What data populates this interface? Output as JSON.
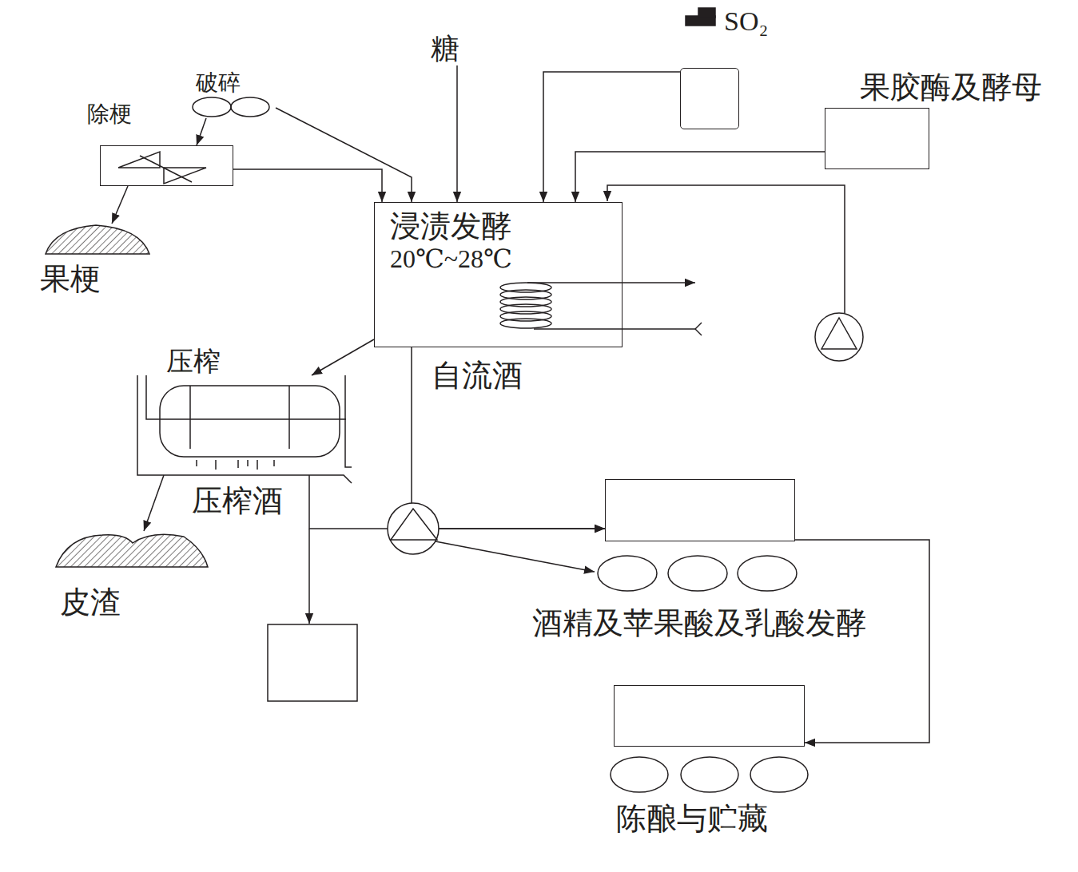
{
  "diagram": {
    "nodes": [
      {
        "text": [
          "破碎"
        ]
      },
      {
        "text": [
          "除梗"
        ]
      },
      {
        "text": [
          "果梗"
        ]
      },
      {
        "text": [
          "糖"
        ]
      },
      {
        "text": [
          "SO₂"
        ]
      },
      {
        "text": [
          "果胶酶及酵母"
        ]
      },
      {
        "text": [
          "浸渍发酵",
          "20℃~28℃"
        ]
      },
      {
        "text": [
          "压榨",
          "压榨酒"
        ]
      },
      {
        "text": [
          "皮渣"
        ]
      },
      {
        "text": [
          "酒精及苹果酸及乳酸发酵"
        ]
      },
      {
        "text": [
          "陈酿与贮藏"
        ]
      }
    ],
    "edges": [
      {
        "from": 0,
        "to": 1,
        "arrow": "to"
      },
      {
        "from": 0,
        "to": 6,
        "arrow": "to"
      },
      {
        "from": 1,
        "to": 6,
        "arrow": "to"
      },
      {
        "from": 1,
        "to": 2,
        "arrow": "to"
      },
      {
        "from": 3,
        "to": 6,
        "arrow": "to"
      },
      {
        "from": 4,
        "to": 6,
        "arrow": "to"
      },
      {
        "from": 5,
        "to": 6,
        "arrow": "to"
      },
      {
        "from": 6,
        "to": 7,
        "arrow": "to"
      },
      {
        "from": 7,
        "to": 8,
        "arrow": "to"
      },
      {
        "from": 6,
        "to": 9,
        "label": "自流酒",
        "arrow": "to"
      },
      {
        "from": 7,
        "to": 9,
        "arrow": "to"
      },
      {
        "from": 9,
        "to": 10,
        "arrow": "to"
      }
    ]
  }
}
